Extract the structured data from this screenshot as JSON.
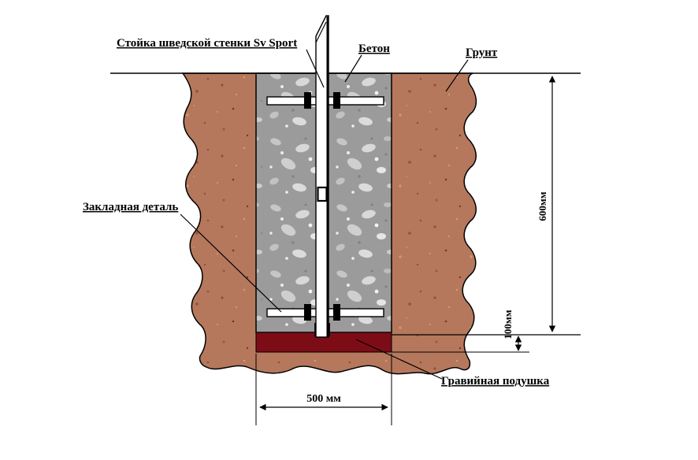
{
  "diagram": {
    "labels": {
      "post": "Стойка шведской стенки Sv Sport",
      "concrete": "Бетон",
      "soil": "Грунт",
      "embedded_part": "Закладная деталь",
      "gravel_pad": "Гравийная подушка"
    },
    "dimensions": {
      "depth": "600мм",
      "gravel_thickness": "100мм",
      "width": "500 мм"
    },
    "colors": {
      "soil": "#b5785c",
      "concrete": "#9b9b9b",
      "gravel": "#7c0d17",
      "line": "#000000"
    }
  }
}
